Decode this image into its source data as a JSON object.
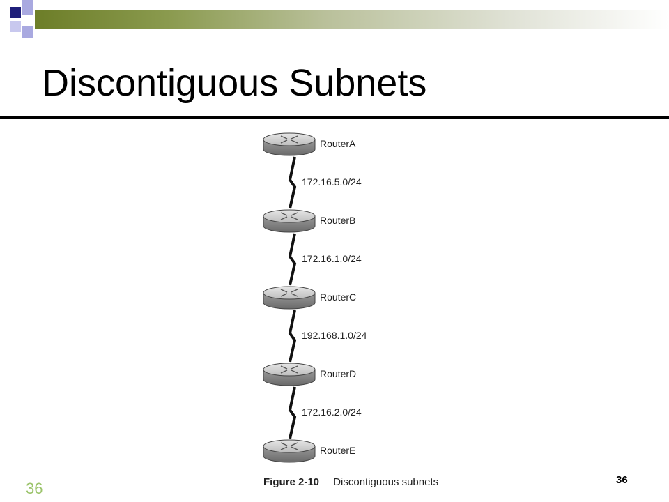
{
  "slide": {
    "title": "Discontiguous Subnets",
    "page_number_left": "36",
    "page_number_right": "36"
  },
  "figure": {
    "caption_number": "Figure 2-10",
    "caption_text": "Discontiguous subnets"
  },
  "routers": [
    "RouterA",
    "RouterB",
    "RouterC",
    "RouterD",
    "RouterE"
  ],
  "links": [
    "172.16.5.0/24",
    "172.16.1.0/24",
    "192.168.1.0/24",
    "172.16.2.0/24"
  ],
  "colors": {
    "accent_olive": "#6e7f2a",
    "navy": "#1f1f7a",
    "lavender": "#a9a9e0",
    "page_number_green": "#9cc46c"
  }
}
